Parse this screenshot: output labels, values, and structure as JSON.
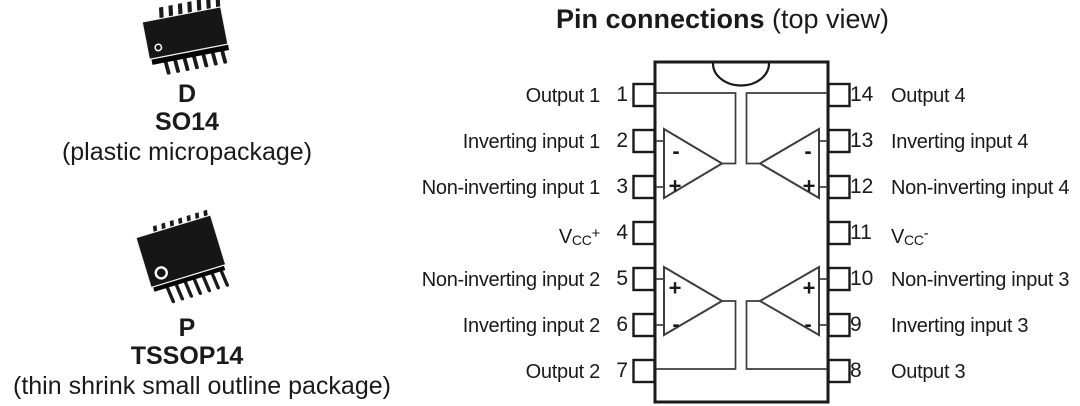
{
  "colors": {
    "ink": "#1a1a1a",
    "wire": "#3d3d3d",
    "package_fill": "#161616"
  },
  "left_column": {
    "packages": [
      {
        "code": "D",
        "name": "SO14",
        "description": "(plastic micropackage)",
        "icon": "so14-package-icon"
      },
      {
        "code": "P",
        "name": "TSSOP14",
        "description": "(thin shrink small outline package)",
        "icon": "tssop14-package-icon"
      }
    ]
  },
  "pin_diagram": {
    "title": {
      "bold": "Pin connections",
      "normal": " (top view)"
    },
    "pins": {
      "left": [
        {
          "number": "1",
          "label": "Output 1"
        },
        {
          "number": "2",
          "label": "Inverting input 1"
        },
        {
          "number": "3",
          "label": "Non-inverting input 1"
        },
        {
          "number": "4",
          "v": "V",
          "sub": "CC",
          "sign": "+"
        },
        {
          "number": "5",
          "label": "Non-inverting input 2"
        },
        {
          "number": "6",
          "label": "Inverting input 2"
        },
        {
          "number": "7",
          "label": "Output 2"
        }
      ],
      "right": [
        {
          "number": "14",
          "label": "Output 4"
        },
        {
          "number": "13",
          "label": "Inverting input 4"
        },
        {
          "number": "12",
          "label": "Non-inverting input 4"
        },
        {
          "number": "11",
          "v": "V",
          "sub": "CC",
          "sign": "-"
        },
        {
          "number": "10",
          "label": "Non-inverting input 3"
        },
        {
          "number": "9",
          "label": "Inverting input 3"
        },
        {
          "number": "8",
          "label": "Output 3"
        }
      ]
    },
    "amplifiers": [
      {
        "name": "op-amp-1",
        "position": "top-left",
        "top_sign": "-",
        "bottom_sign": "+"
      },
      {
        "name": "op-amp-4",
        "position": "top-right",
        "top_sign": "-",
        "bottom_sign": "+"
      },
      {
        "name": "op-amp-2",
        "position": "bottom-left",
        "top_sign": "+",
        "bottom_sign": "-"
      },
      {
        "name": "op-amp-3",
        "position": "bottom-right",
        "top_sign": "+",
        "bottom_sign": "-"
      }
    ]
  }
}
